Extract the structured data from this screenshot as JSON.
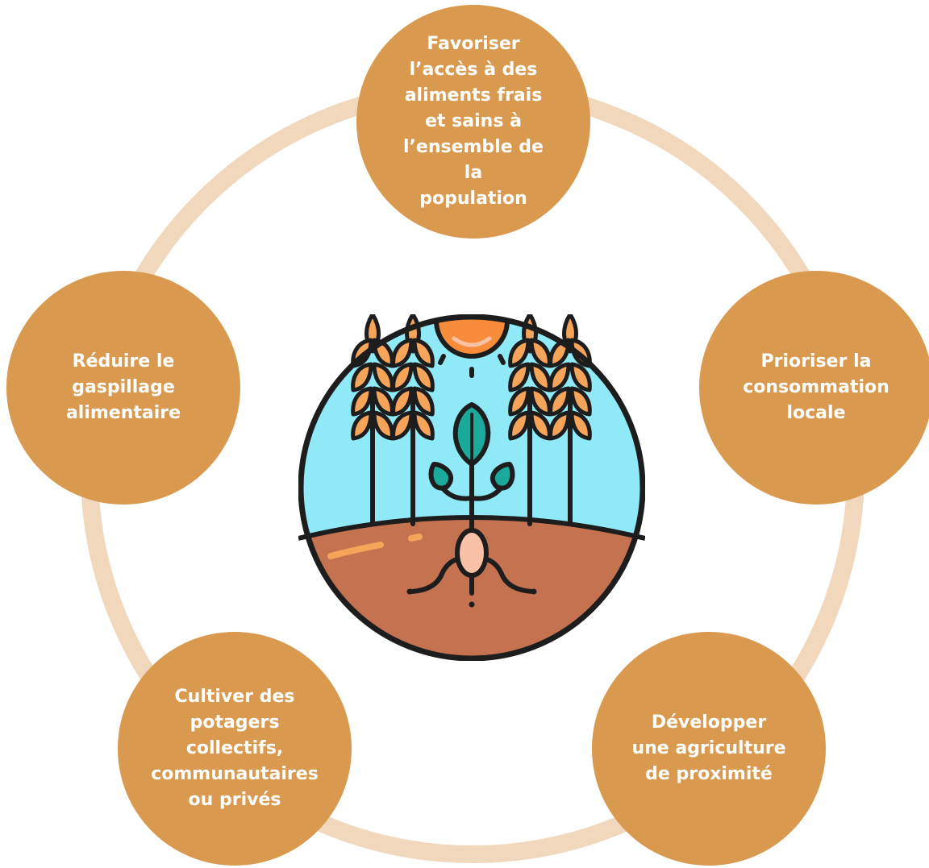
{
  "diagram": {
    "nodes": [
      {
        "id": "top",
        "label": "Favoriser\nl’accès à des\naliments frais\net sains à\nl’ensemble de la\npopulation"
      },
      {
        "id": "right",
        "label": "Prioriser la\nconsommation\nlocale"
      },
      {
        "id": "bottom-right",
        "label": "Développer\nune agriculture\nde proximité"
      },
      {
        "id": "bottom-left",
        "label": "Cultiver des\npotagers collectifs,\ncommunautaires\nou privés"
      },
      {
        "id": "left",
        "label": "Réduire le\ngaspillage\nalimentaire"
      }
    ],
    "center_icon": "sprouting-plant-with-wheat-icon"
  },
  "colors": {
    "node_fill": "#d99a50",
    "ring": "#f1d8bd",
    "node_text": "#ffffff",
    "sky": "#8fe9f7",
    "soil": "#c47250",
    "sun": "#f78c3b",
    "leaf": "#1aa99a",
    "wheat": "#f7a45b",
    "seed": "#f9c1a5",
    "outline": "#1d1d1d"
  }
}
